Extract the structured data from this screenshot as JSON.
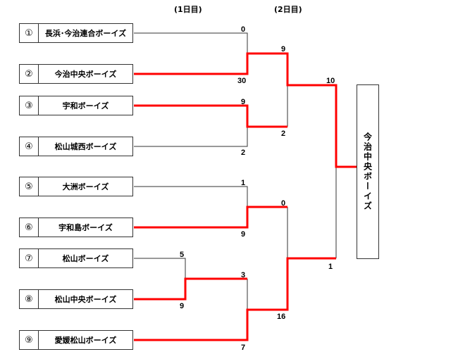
{
  "headers": {
    "day1": "(1日目)",
    "day2": "(2日目)"
  },
  "teams": [
    {
      "num": "①",
      "name": "長浜･今治連合ボーイズ"
    },
    {
      "num": "②",
      "name": "今治中央ボーイズ"
    },
    {
      "num": "③",
      "name": "宇和ボーイズ"
    },
    {
      "num": "④",
      "name": "松山城西ボーイズ"
    },
    {
      "num": "⑤",
      "name": "大洲ボーイズ"
    },
    {
      "num": "⑥",
      "name": "宇和島ボーイズ"
    },
    {
      "num": "⑦",
      "name": "松山ボーイズ"
    },
    {
      "num": "⑧",
      "name": "松山中央ボーイズ"
    },
    {
      "num": "⑨",
      "name": "愛媛松山ボーイズ"
    }
  ],
  "scores": {
    "m1": [
      "0",
      "30"
    ],
    "m2": [
      "9",
      "2"
    ],
    "m3": [
      "1",
      "9"
    ],
    "m4": [
      "5",
      "9"
    ],
    "m5": [
      "3",
      "7"
    ],
    "sf1": [
      "9",
      "2"
    ],
    "sf2": [
      "0",
      "16"
    ],
    "final": [
      "10",
      "1"
    ]
  },
  "champion": "今治中央ボーイズ",
  "colors": {
    "winner_line": "#ff0000",
    "line": "#333333"
  }
}
